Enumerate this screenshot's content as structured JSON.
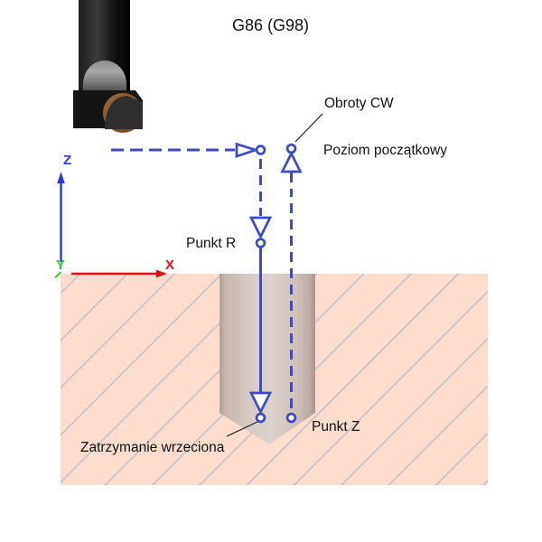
{
  "title": "G86 (G98)",
  "diagram": {
    "labels": {
      "obroty_cw": "Obroty CW",
      "poziom_poczatkowy": "Poziom początkowy",
      "punkt_r": "Punkt R",
      "punkt_z": "Punkt Z",
      "zatrzymanie_wrzeciona": "Zatrzymanie wrzeciona"
    },
    "axis_labels": {
      "x": "X",
      "y": "Y",
      "z": "Z"
    }
  },
  "colors": {
    "path_blue": "#3c49c8",
    "axis_z": "#2b36e0",
    "axis_x": "#dd1111",
    "axis_y": "#22cc22",
    "material": "#fcdccd",
    "hatch": "#bcc1c9",
    "leader": "#222222",
    "text": "#111111",
    "background": "#ffffff"
  }
}
